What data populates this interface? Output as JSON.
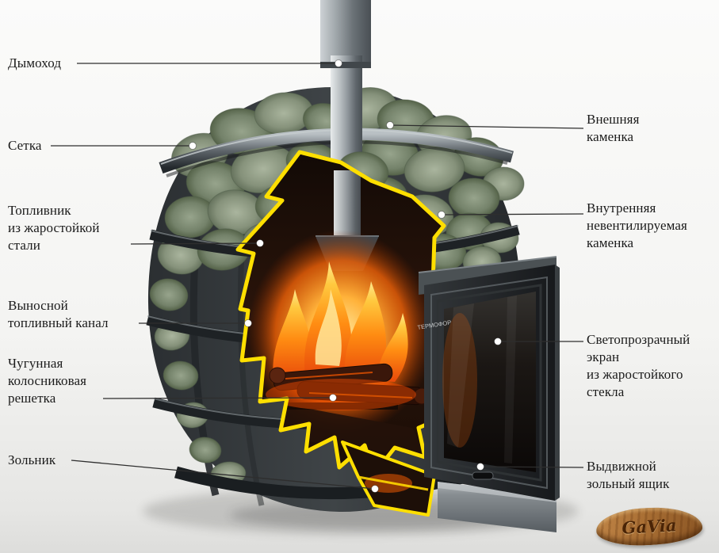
{
  "diagram": {
    "left_labels": [
      {
        "id": "chimney",
        "text": "Дымоход"
      },
      {
        "id": "mesh",
        "text": "Сетка"
      },
      {
        "id": "firebox",
        "text": "Топливник\nиз жаростойкой\nстали"
      },
      {
        "id": "fuel-channel",
        "text": "Выносной\nтопливный канал"
      },
      {
        "id": "grate",
        "text": "Чугунная\nколосниковая\nрешетка"
      },
      {
        "id": "ash-pan",
        "text": "Зольник"
      }
    ],
    "right_labels": [
      {
        "id": "outer-heater",
        "text": "Внешняя\nкаменка"
      },
      {
        "id": "inner-heater",
        "text": "Внутренняя\nневентилируемая\nкаменка"
      },
      {
        "id": "glass-screen",
        "text": "Светопрозрачный\nэкран\nиз жаростойкого\nстекла"
      },
      {
        "id": "ash-drawer",
        "text": "Выдвижной\nзольный ящик"
      }
    ]
  },
  "stove": {
    "brand": "ТЕРМОФОР"
  },
  "logo": {
    "text": "GaVia"
  },
  "colors": {
    "accent_yellow": "#ffdf00",
    "stone_green": "#84907f",
    "steel_dark": "#34393c",
    "fire_orange": "#ff7a00"
  }
}
